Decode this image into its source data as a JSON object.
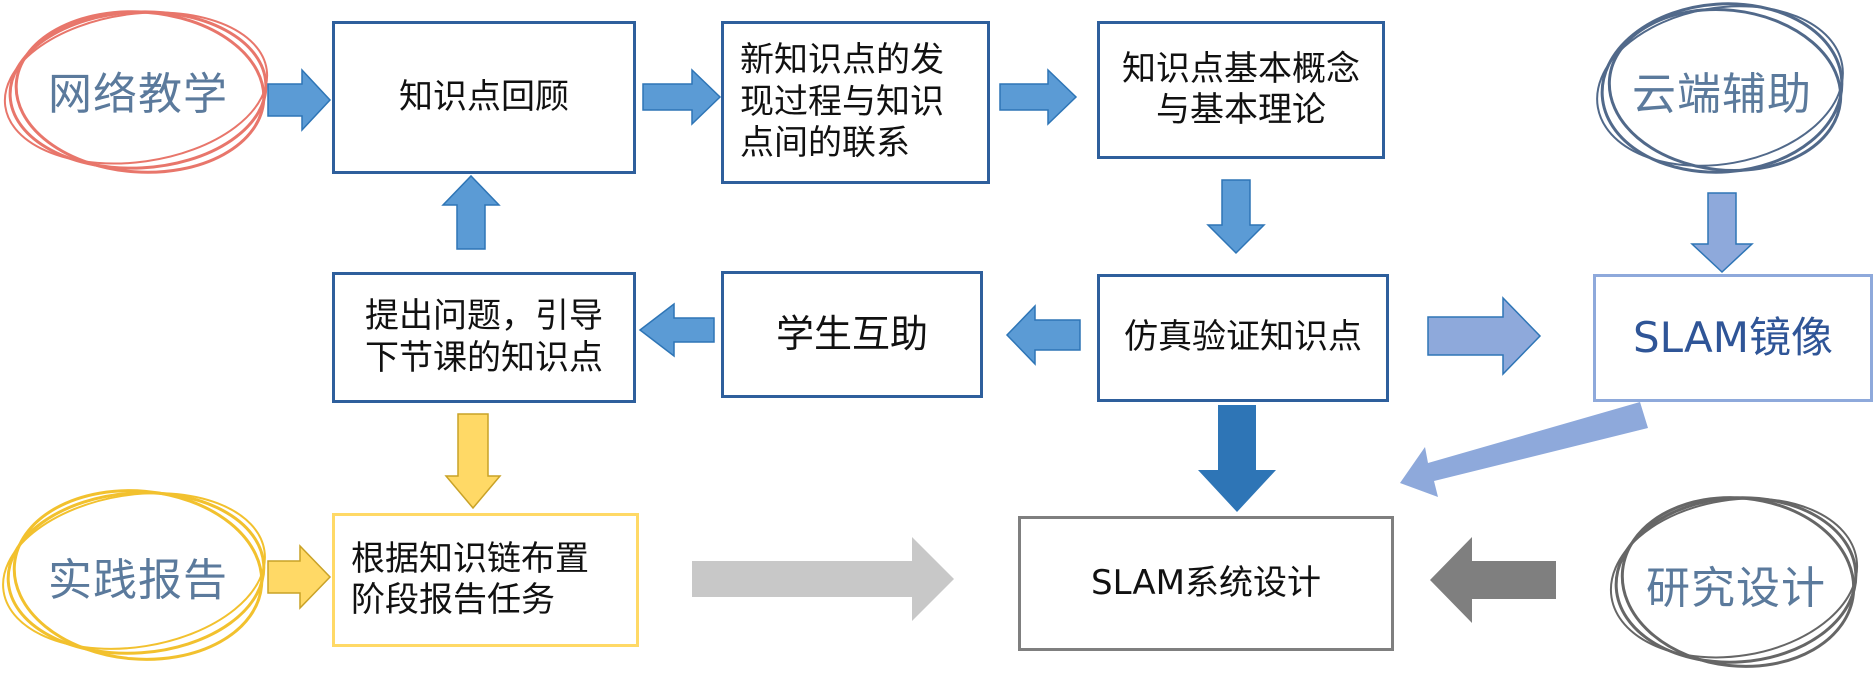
{
  "circles": {
    "network_teaching": {
      "label": "网络教学",
      "color": "#e8766b"
    },
    "cloud_assist": {
      "label": "云端辅助",
      "color": "#51698a"
    },
    "practice_report": {
      "label": "实践报告",
      "color": "#f2c12e"
    },
    "research_design": {
      "label": "研究设计",
      "color": "#666666"
    }
  },
  "boxes": {
    "knowledge_review": "知识点回顾",
    "new_knowledge": "新知识点的发现过程与知识点间的联系",
    "basic_concepts": "知识点基本概念与基本理论",
    "raise_questions": "提出问题，引导下节课的知识点",
    "peer_help": "学生互助",
    "simulation_verify": "仿真验证知识点",
    "slam_mirror": "SLAM镜像",
    "stage_report": "根据知识链布置阶段报告任务",
    "slam_design": "SLAM系统设计"
  },
  "colors": {
    "blue_border": "#2e5f9c",
    "blue_arrow": "#5b9bd5",
    "dark_blue_arrow": "#2e75b6",
    "light_blue": "#8ea9db",
    "yellow": "#ffd966",
    "light_gray_arrow": "#c8c8c8",
    "dark_gray_arrow": "#7f7f7f"
  }
}
